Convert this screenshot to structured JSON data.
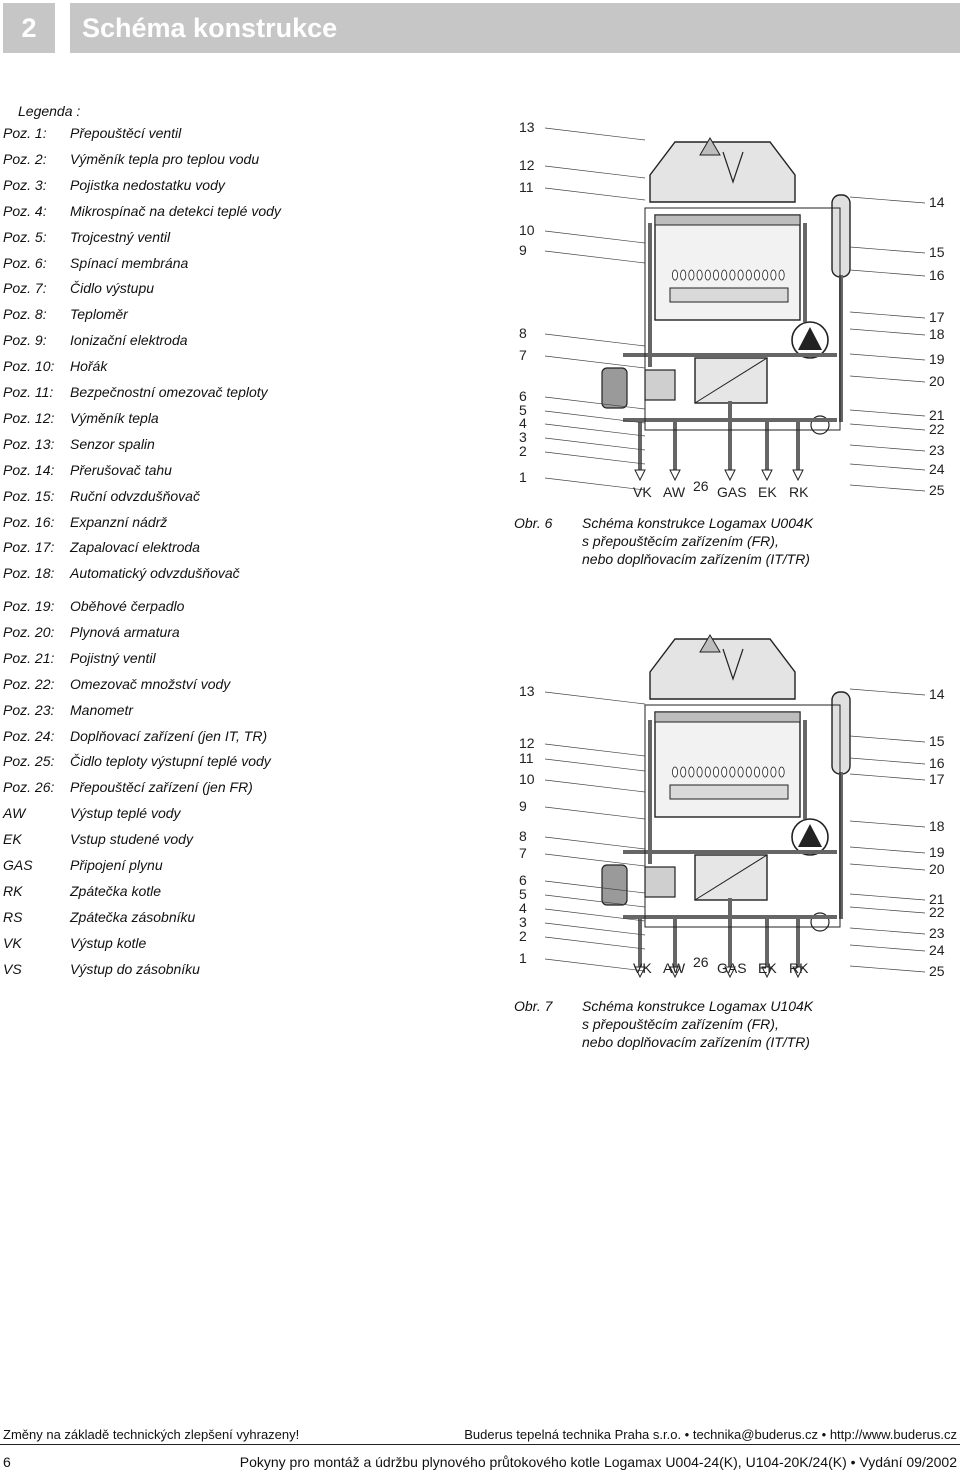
{
  "header": {
    "section_number": "2",
    "title": "Schéma konstrukce"
  },
  "legend": {
    "title": "Legenda :",
    "items": [
      {
        "key": "Poz. 1:",
        "label": "Přepouštěcí ventil"
      },
      {
        "key": "Poz. 2:",
        "label": "Výměník tepla pro teplou vodu"
      },
      {
        "key": "Poz. 3:",
        "label": "Pojistka nedostatku vody"
      },
      {
        "key": "Poz. 4:",
        "label": "Mikrospínač na detekci teplé vody"
      },
      {
        "key": "Poz. 5:",
        "label": "Trojcestný ventil"
      },
      {
        "key": "Poz. 6:",
        "label": "Spínací membrána"
      },
      {
        "key": "Poz. 7:",
        "label": "Čidlo výstupu"
      },
      {
        "key": "Poz. 8:",
        "label": "Teploměr"
      },
      {
        "key": "Poz. 9:",
        "label": "Ionizační elektroda"
      },
      {
        "key": "Poz. 10:",
        "label": "Hořák"
      },
      {
        "key": "Poz. 11:",
        "label": "Bezpečnostní omezovač teploty"
      },
      {
        "key": "Poz. 12:",
        "label": "Výměník tepla"
      },
      {
        "key": "Poz. 13:",
        "label": "Senzor spalin"
      },
      {
        "key": "Poz. 14:",
        "label": "Přerušovač tahu"
      },
      {
        "key": "Poz. 15:",
        "label": "Ruční odvzdušňovač"
      },
      {
        "key": "Poz. 16:",
        "label": "Expanzní nádrž"
      },
      {
        "key": "Poz. 17:",
        "label": "Zapalovací elektroda"
      },
      {
        "key": "Poz. 18:",
        "label": "Automatický odvzdušňovač"
      },
      {
        "key": "Poz. 19:",
        "label": "Oběhové čerpadlo"
      },
      {
        "key": "Poz. 20:",
        "label": "Plynová armatura"
      },
      {
        "key": "Poz. 21:",
        "label": "Pojistný ventil"
      },
      {
        "key": "Poz. 22:",
        "label": "Omezovač množství vody"
      },
      {
        "key": "Poz. 23:",
        "label": "Manometr"
      },
      {
        "key": "Poz. 24:",
        "label": "Doplňovací zařízení (jen IT, TR)"
      },
      {
        "key": "Poz. 25:",
        "label": "Čidlo teploty výstupní teplé vody"
      },
      {
        "key": "Poz. 26:",
        "label": "Přepouštěcí zařízení (jen FR)"
      },
      {
        "key": "AW",
        "label": "Výstup teplé vody"
      },
      {
        "key": "EK",
        "label": "Vstup studené vody"
      },
      {
        "key": "GAS",
        "label": "Připojení plynu"
      },
      {
        "key": "RK",
        "label": "Zpátečka kotle"
      },
      {
        "key": "RS",
        "label": "Zpátečka zásobníku"
      },
      {
        "key": "VK",
        "label": "Výstup kotle"
      },
      {
        "key": "VS",
        "label": "Výstup do zásobníku"
      }
    ]
  },
  "figures": [
    {
      "obr": "Obr. 6",
      "caption": [
        "Schéma konstrukce Logamax U004K",
        "s přepouštěcím zařízením (FR),",
        "nebo doplňovacím zařízením (IT/TR)"
      ],
      "left_labels": [
        "13",
        "12",
        "11",
        "10",
        "9",
        "8",
        "7",
        "6",
        "5",
        "4",
        "3",
        "2",
        "1"
      ],
      "right_labels": [
        "14",
        "15",
        "16",
        "17",
        "18",
        "19",
        "20",
        "21",
        "22",
        "23",
        "24",
        "25"
      ],
      "bottom_labels": [
        "VK",
        "AW",
        "26",
        "GAS",
        "EK",
        "RK"
      ]
    },
    {
      "obr": "Obr. 7",
      "caption": [
        "Schéma konstrukce Logamax U104K",
        "s přepouštěcím zařízením (FR),",
        "nebo doplňovacím zařízením (IT/TR)"
      ],
      "left_labels": [
        "13",
        "12",
        "11",
        "10",
        "9",
        "8",
        "7",
        "6",
        "5",
        "4",
        "3",
        "2",
        "1"
      ],
      "right_labels": [
        "14",
        "15",
        "16",
        "17",
        "18",
        "19",
        "20",
        "21",
        "22",
        "23",
        "24",
        "25"
      ],
      "bottom_labels": [
        "VK",
        "AW",
        "26",
        "GAS",
        "EK",
        "RK"
      ]
    }
  ],
  "footer": {
    "left_note": "Změny na základě technických zlepšení vyhrazeny!",
    "company": "Buderus tepelná technika Praha s.r.o. • technika@buderus.cz • http://www.buderus.cz",
    "page_number": "6",
    "document_title": "Pokyny pro montáž a údržbu plynového průtokového kotle Logamax U004-24(K), U104-20K/24(K) • Vydání 09/2002"
  }
}
